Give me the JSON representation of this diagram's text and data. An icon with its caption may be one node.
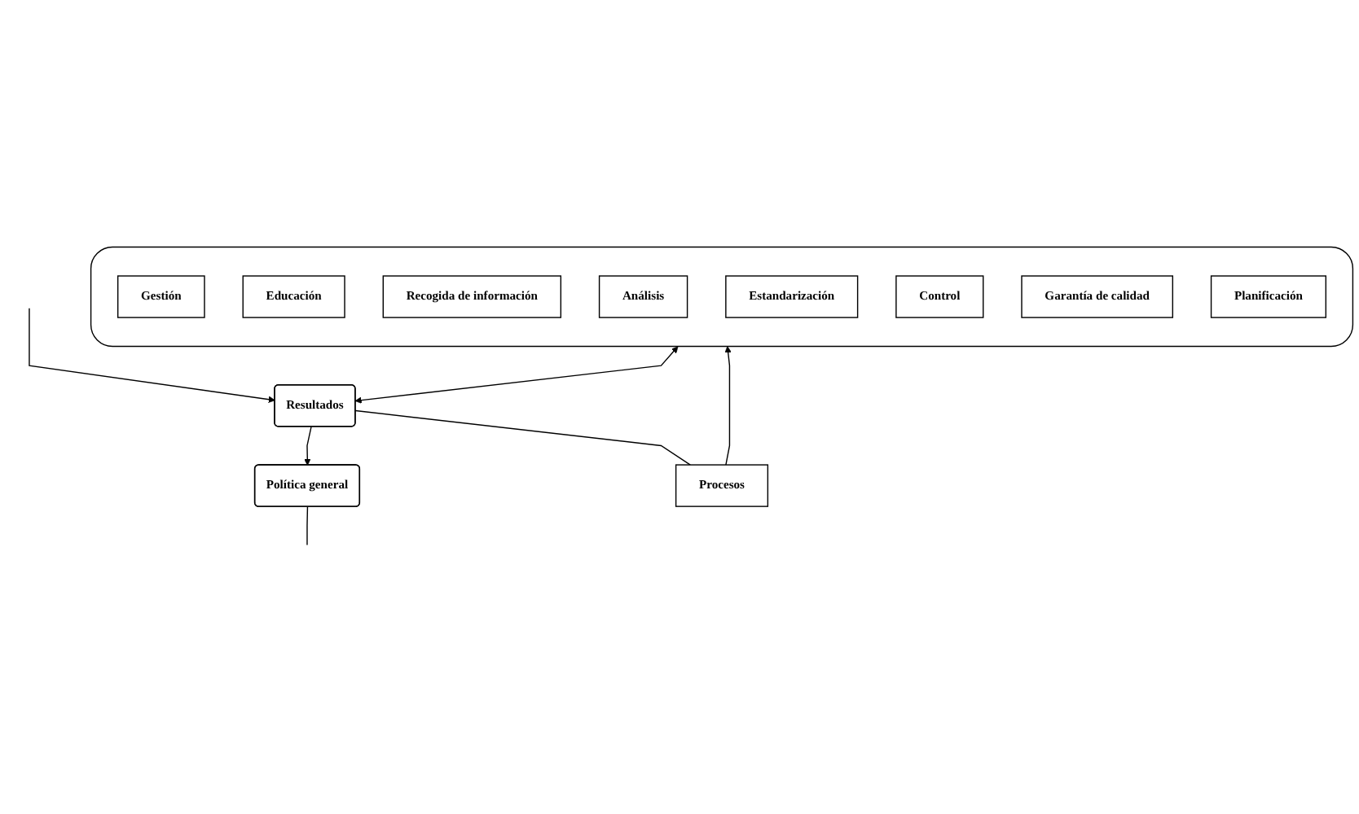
{
  "diagram": {
    "nodes": [
      {
        "text": [
          "Política general"
        ]
      },
      {
        "text": [],
        "shape": "box"
      },
      {
        "text": [
          "Gestión"
        ],
        "in": 1
      },
      {
        "text": [
          "Educación"
        ],
        "in": 1
      },
      {
        "text": [
          "Recogida de información"
        ],
        "in": 1
      },
      {
        "text": [
          "Análisis"
        ],
        "in": 1
      },
      {
        "text": [
          "Estandarización"
        ],
        "in": 1
      },
      {
        "text": [
          "Control"
        ],
        "in": 1
      },
      {
        "text": [
          "Garantía de calidad"
        ],
        "in": 1
      },
      {
        "text": [
          "Planificación"
        ],
        "in": 1
      },
      {
        "text": [
          "Resultados"
        ]
      },
      {
        "text": [
          "Procesos"
        ]
      }
    ],
    "edges": [
      {
        "from": 10,
        "to": 0,
        "arrow": "to"
      },
      {
        "from": 0,
        "to": null,
        "arrow": "none"
      },
      {
        "from": null,
        "to": 10,
        "arrow": "to"
      },
      {
        "from": 1,
        "to": 10,
        "arrow": "both"
      },
      {
        "from": 10,
        "to": 11,
        "arrow": "none"
      },
      {
        "from": 11,
        "to": 1,
        "arrow": "to"
      }
    ]
  }
}
